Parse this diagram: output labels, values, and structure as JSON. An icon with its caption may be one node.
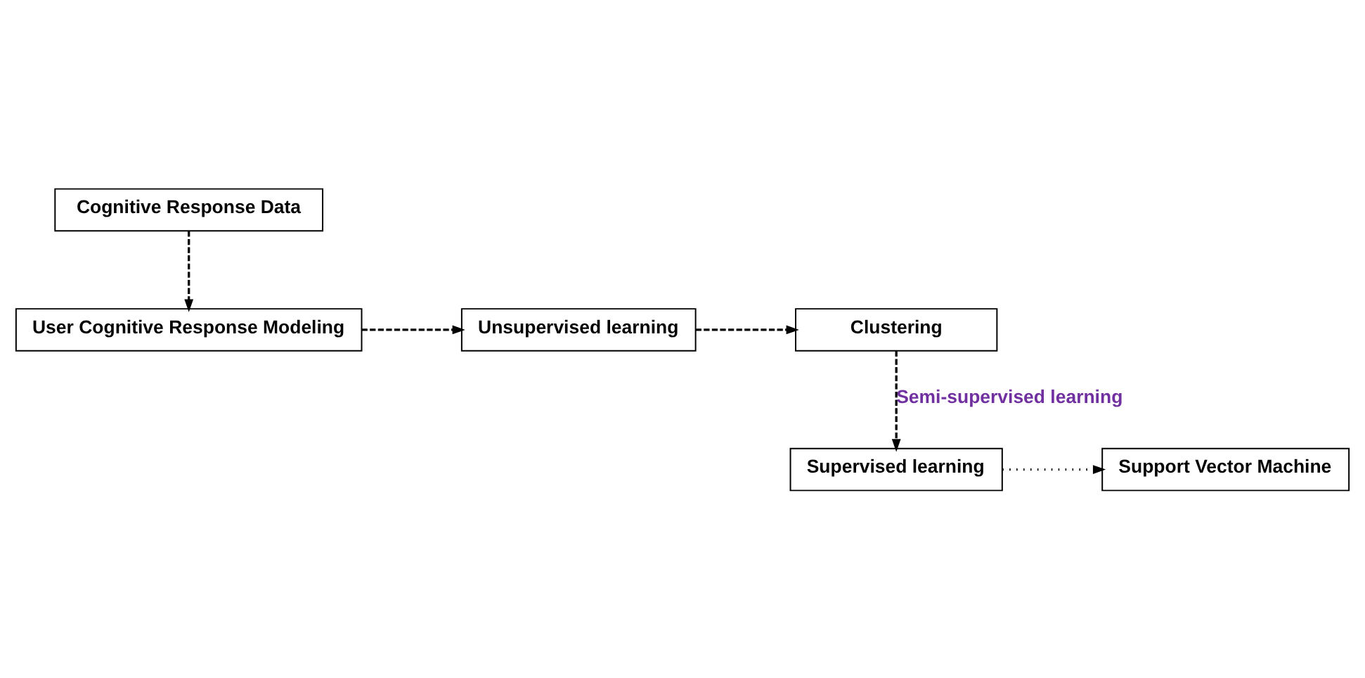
{
  "diagram": {
    "nodes": [
      {
        "text": [
          "Cognitive Response Data"
        ]
      },
      {
        "text": [
          "User Cognitive Response Modeling"
        ]
      },
      {
        "text": [
          "Unsupervised learning"
        ]
      },
      {
        "text": [
          "Clustering"
        ]
      },
      {
        "text": [
          "Supervised learning"
        ]
      },
      {
        "text": [
          "Support Vector Machine"
        ]
      }
    ],
    "edges": [
      {
        "from": 0,
        "to": 1,
        "arrow": "to",
        "style": "dashed"
      },
      {
        "from": 1,
        "to": 2,
        "arrow": "to",
        "style": "dashed"
      },
      {
        "from": 2,
        "to": 3,
        "arrow": "to",
        "style": "dashed"
      },
      {
        "from": 3,
        "to": 4,
        "arrow": "to",
        "style": "dashed",
        "label": "Semi-supervised learning"
      },
      {
        "from": 4,
        "to": 5,
        "arrow": "to"
      }
    ]
  }
}
